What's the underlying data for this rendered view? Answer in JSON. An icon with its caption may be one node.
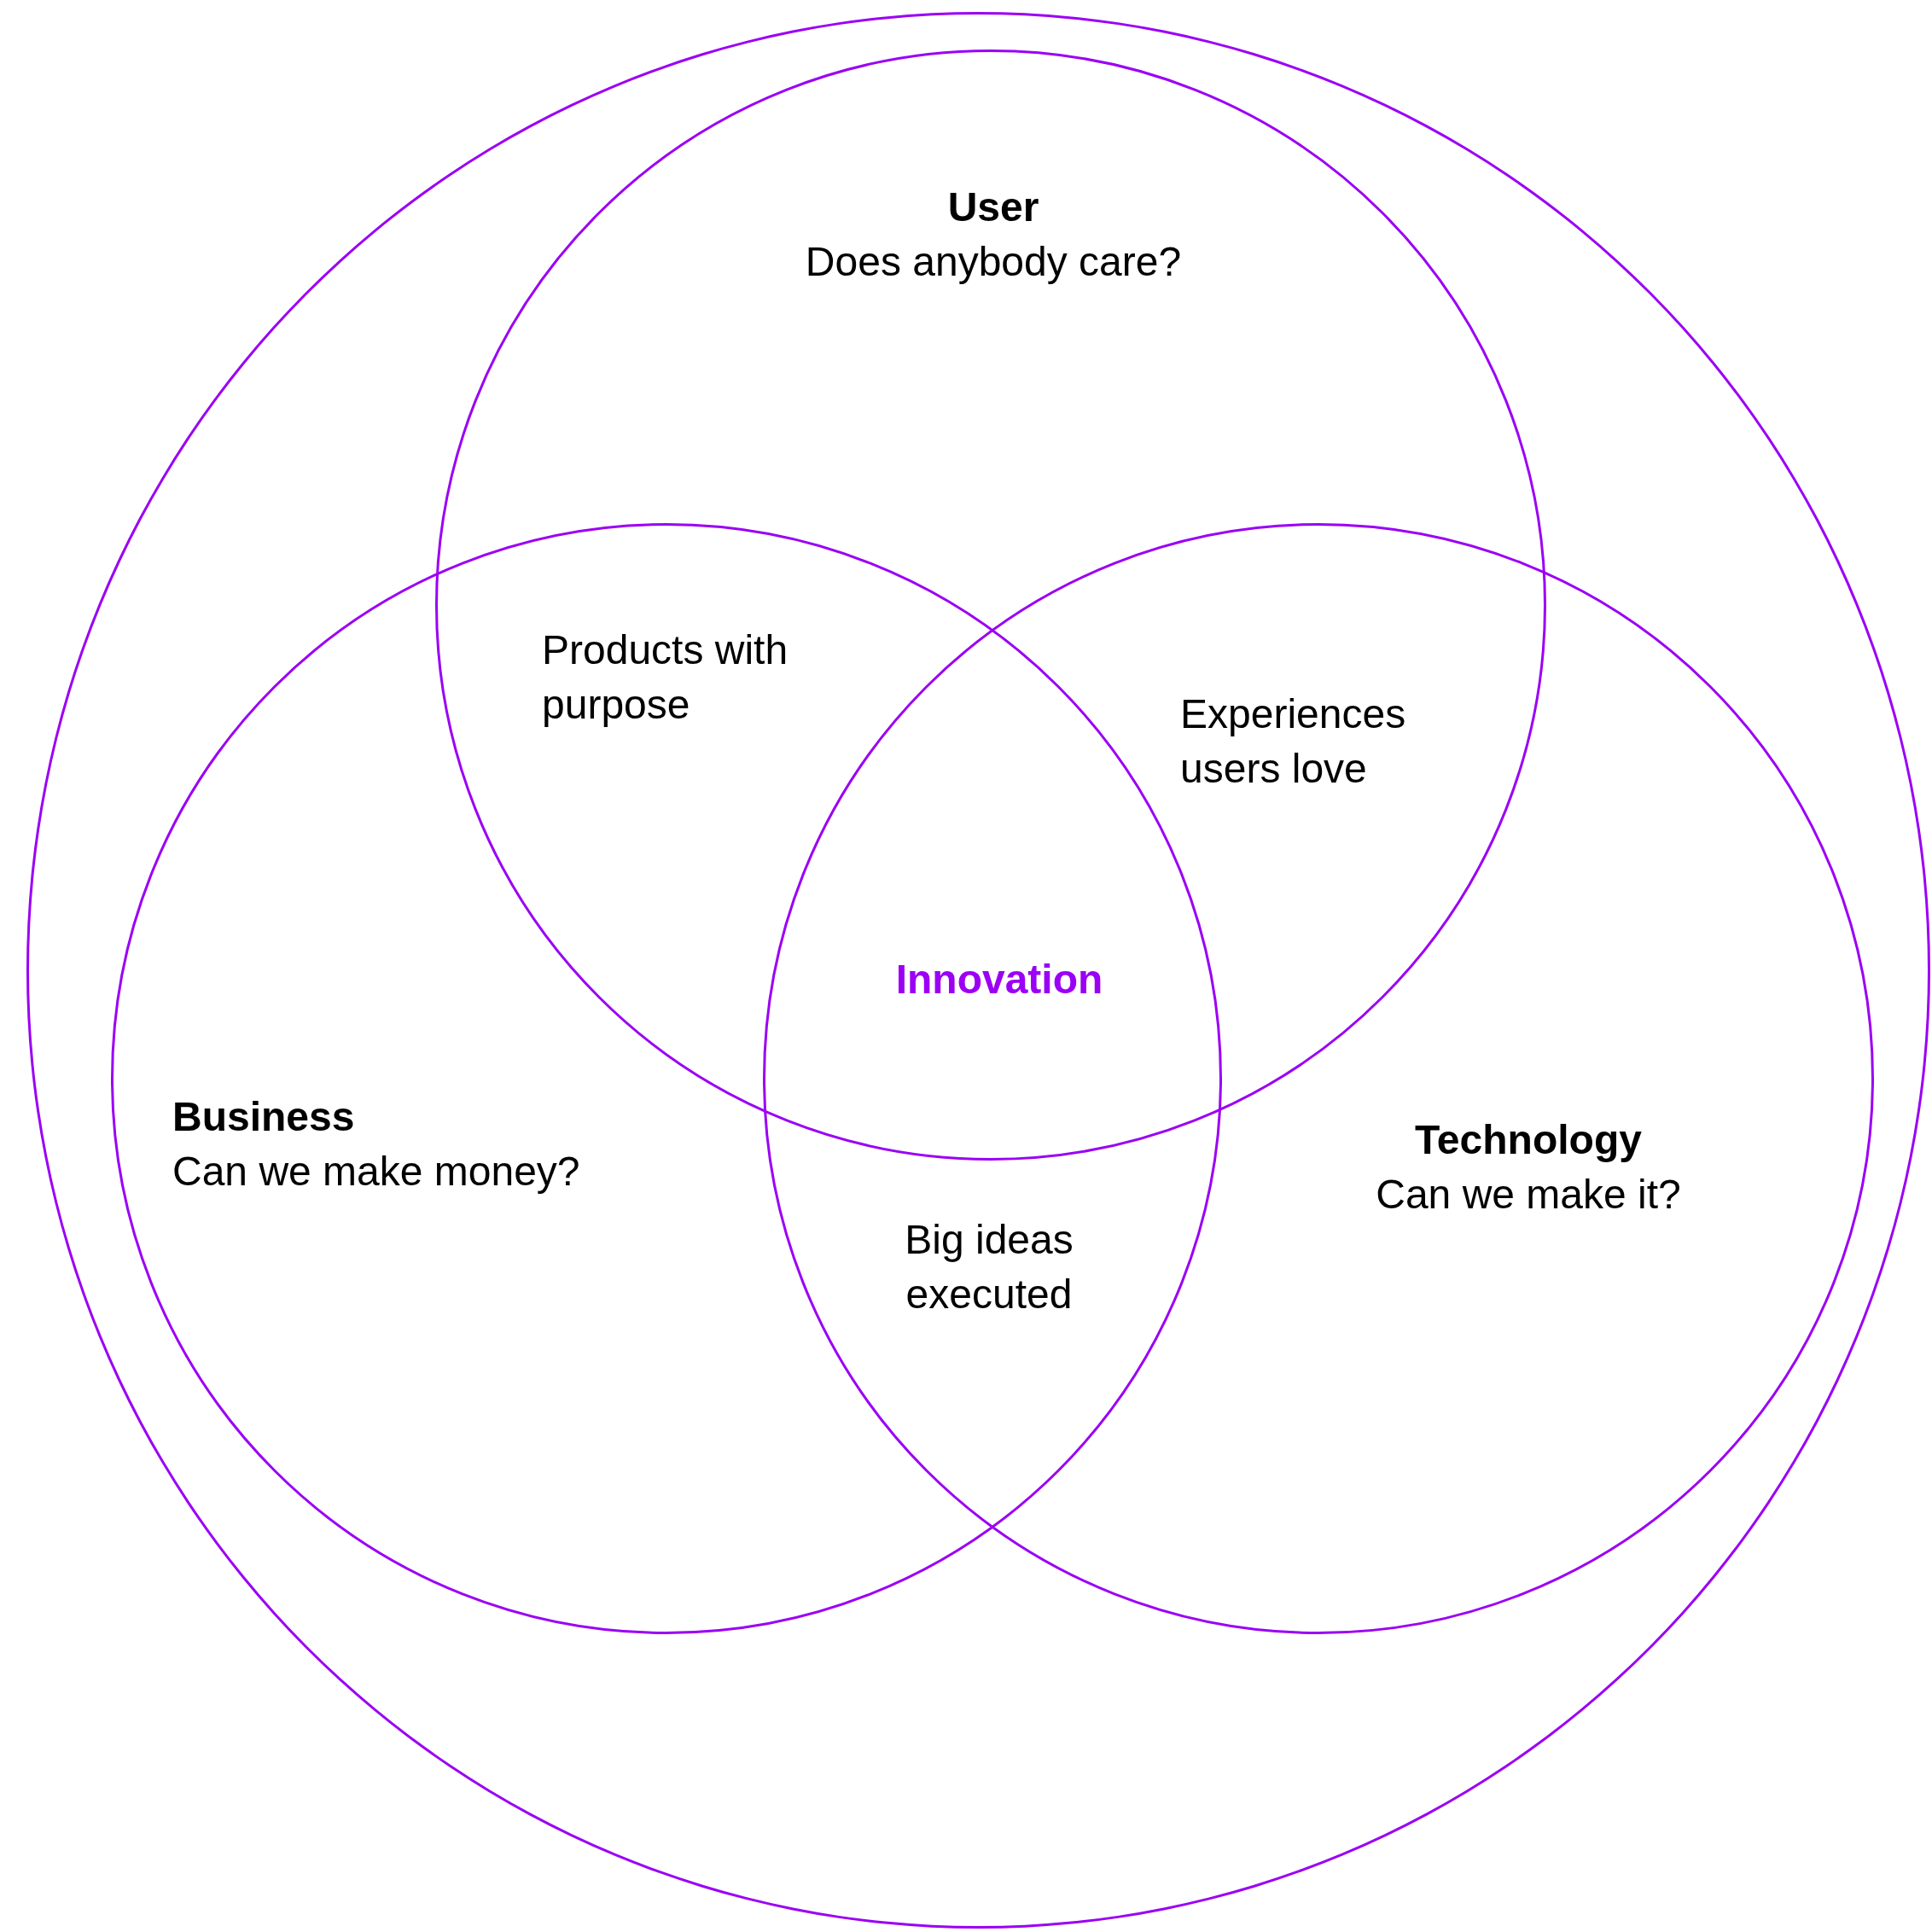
{
  "diagram": {
    "nodes": [
      {
        "text": [],
        "shape": "circle"
      },
      {
        "text": [
          "User",
          "Does anybody care?"
        ],
        "in": 0
      },
      {
        "text": [
          "Business",
          "Can we make money?"
        ],
        "in": 0
      },
      {
        "text": [
          "Technology",
          "Can we make it?"
        ],
        "in": 0
      }
    ],
    "labels": [
      "Products with purpose",
      "Experiences users love",
      "Innovation",
      "Big ideas executed"
    ]
  }
}
